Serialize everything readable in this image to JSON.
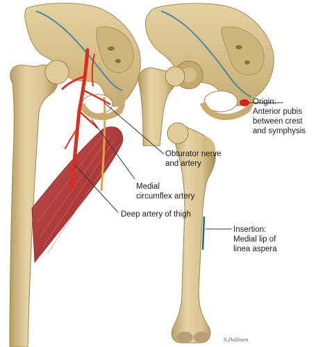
{
  "labels": {
    "obturator": {
      "line1": "Obturator nerve",
      "line2": "and artery"
    },
    "circumflex": {
      "line1": "Medial",
      "line2": "circumflex artery"
    },
    "deep_artery": {
      "line1": "Deep artery of thigh"
    },
    "origin": {
      "line1": "Origin:",
      "line2": "Anterior pubis",
      "line3": "between crest",
      "line4": "and symphysis"
    },
    "insertion": {
      "line1": "Insertion:",
      "line2": "Medial lip of",
      "line3": "linea aspera"
    }
  },
  "signature": "S.Dollison",
  "colors": {
    "bone": "#dcc795",
    "bone_shadow": "#b89d63",
    "muscle": "#b23a3a",
    "artery": "#e02b1c",
    "nerve": "#e8a23a",
    "leader_line": "#333333",
    "attachment_marker": "#e01a1a",
    "insertion_marker": "#1f6b7a"
  }
}
